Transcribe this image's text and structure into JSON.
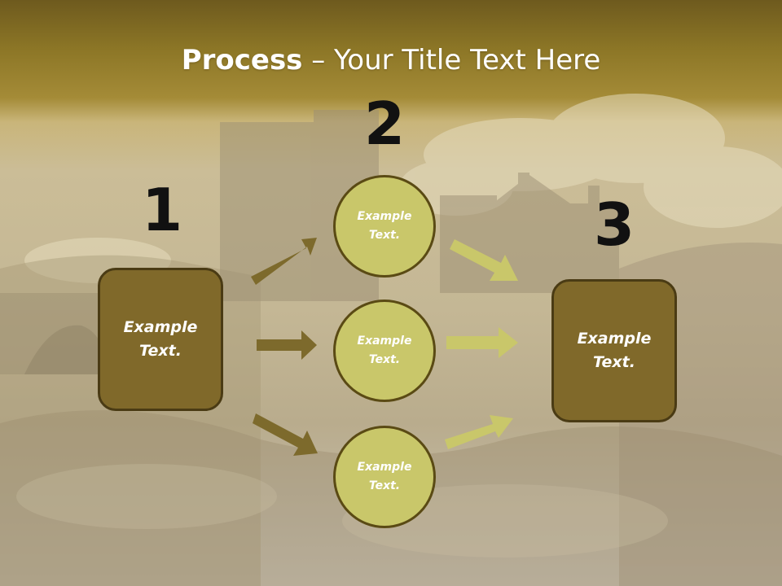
{
  "title": {
    "bold": "Process",
    "rest": " – Your Title Text Here"
  },
  "steps": [
    {
      "number": "1",
      "text": "Example\nText."
    },
    {
      "number": "2"
    },
    {
      "number": "3",
      "text": "Example\nText."
    }
  ],
  "circles": [
    {
      "text": "Example\nText."
    },
    {
      "text": "Example\nText."
    },
    {
      "text": "Example\nText."
    }
  ],
  "colors": {
    "box_fill": "#80692a",
    "circle_fill": "#c9c76a",
    "arrow_dark": "#7d6a2c",
    "arrow_light": "#c9c76a"
  }
}
